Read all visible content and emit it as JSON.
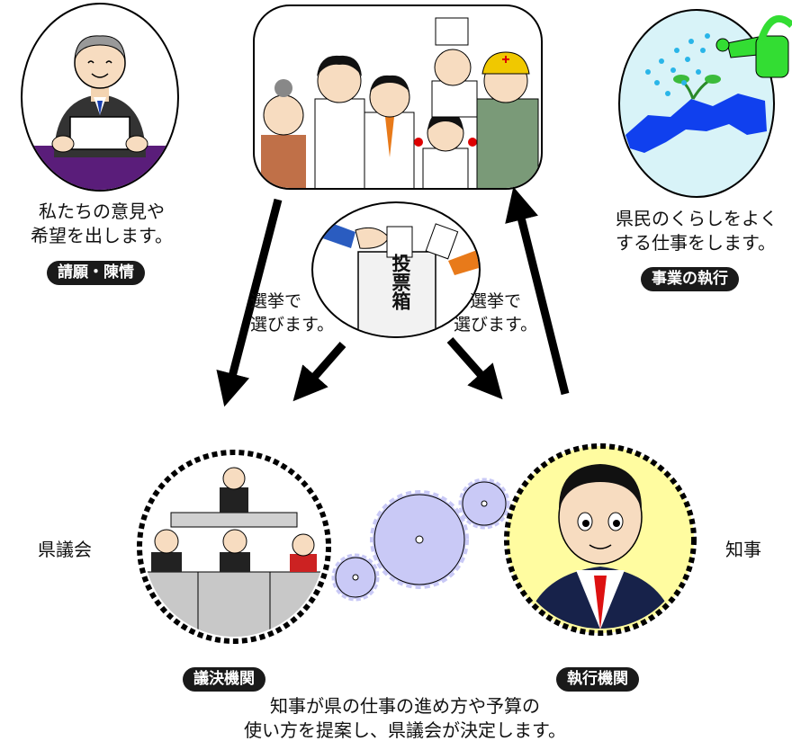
{
  "labels": {
    "petition_text_line1": "私たちの意見や",
    "petition_text_line2": "希望を出します。",
    "petition_badge": "請願・陳情",
    "execution_text_line1": "県民のくらしをよく",
    "execution_text_line2": "する仕事をします。",
    "execution_badge": "事業の執行",
    "ballot_box": "投票箱",
    "election_left_line1": "選挙で",
    "election_left_line2": "選びます。",
    "election_right_line1": "選挙で",
    "election_right_line2": "選びます。",
    "assembly_name": "県議会",
    "governor_name": "知事",
    "legislative_badge": "議決機関",
    "executive_badge": "執行機関",
    "caption_line1": "知事が県の仕事の進め方や予算の",
    "caption_line2": "使い方を提案し、県議会が決定します。"
  },
  "colors": {
    "arrow": "#000000",
    "gear": "#c9c9f6",
    "governor_bg": "#fffca0",
    "map_bg": "#d8f3f8",
    "map_land": "#1040ee",
    "watering_can": "#33dd33",
    "petition_floor": "#5a1d7a"
  },
  "icons": [
    "ballot-box-icon",
    "gear-icon",
    "watering-can-icon",
    "prefecture-map-icon"
  ]
}
